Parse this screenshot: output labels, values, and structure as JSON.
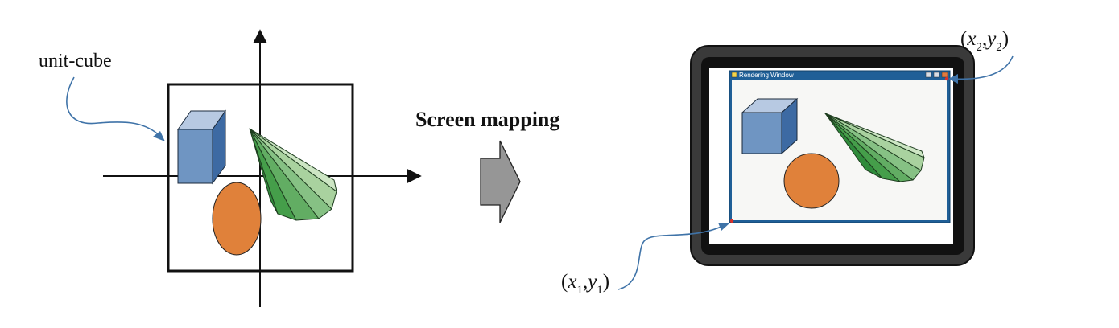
{
  "labels": {
    "unit_cube": "unit-cube",
    "screen_mapping": "Screen mapping",
    "window_title": "Rendering Window",
    "corner_max": {
      "x": "x",
      "x_sub": "2",
      "y": "y",
      "y_sub": "2"
    },
    "corner_min": {
      "x": "x",
      "x_sub": "1",
      "y": "y",
      "y_sub": "1"
    }
  },
  "colors": {
    "cube_front": "#6f95c2",
    "cube_top": "#b7c9e2",
    "cube_side": "#3d6aa3",
    "ellipse": "#e0813a",
    "cone_dark": "#3f9446",
    "cone_mid": "#5aa85c",
    "cone_light": "#bcdcae",
    "window_frame": "#1f5f97",
    "monitor_outer": "#3a3a3a",
    "monitor_inner": "#111111",
    "arrow_fill": "#969696",
    "callout": "#3f73a8"
  },
  "icons": [
    "window-app-icon",
    "window-minimize-icon",
    "window-maximize-icon",
    "window-close-icon",
    "mapping-arrow-icon"
  ]
}
